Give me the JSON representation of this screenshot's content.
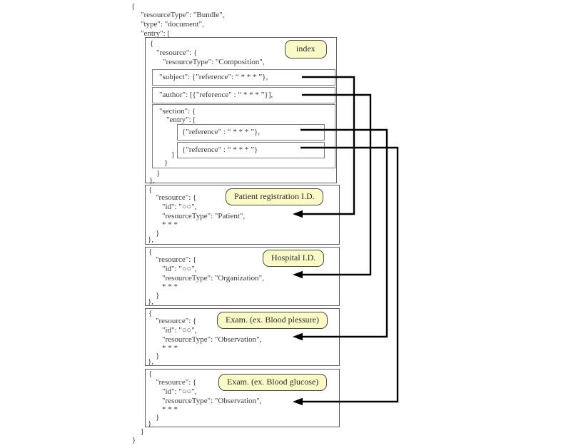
{
  "colors": {
    "label_bg": "#fafac8",
    "label_border": "#4a4a3a",
    "arrow": "#000000",
    "box_border": "#606060",
    "text": "#3a3a3a"
  },
  "bundle": {
    "open_brace": "{",
    "resource_type_line": "\"resourceType\": \"Bundle\",",
    "type_line": "\"type\": \"document\",",
    "entry_open_line": "\"entry\": [",
    "entry_close_line": "]",
    "close_brace": "}"
  },
  "composition": {
    "label": "index",
    "open_brace": "{",
    "resource_open_line": "\"resource\": {",
    "resource_type_line": "\"resourceType\": \"Composition\",",
    "subject_line": "\"subject\": {\"reference\": “ * * * ”},",
    "author_line": "\"author\": [{\"reference\" : “ * * * ”}],",
    "section_open_line": "\"section\": {",
    "entry_open_line": "\"entry\": [",
    "reference1_line": "{\"reference\" : “ * * * ”},",
    "reference2_line": "{\"reference\" : “ * * * ”}",
    "entry_close_line": "]",
    "section_close_line": "}",
    "resource_close_line": "}",
    "entry_close_brace": "},"
  },
  "resources": [
    {
      "label": "Patient registration I.D.",
      "open_brace": "{",
      "resource_open_line": "\"resource\": {",
      "id_line": "\"id\": \"○○\",",
      "resource_type_line": "\"resourceType\": \"Patient\",",
      "ellipsis_line": "* * *",
      "inner_close": "}",
      "outer_close": "},"
    },
    {
      "label": "Hospital I.D.",
      "open_brace": "{",
      "resource_open_line": "\"resource\": {",
      "id_line": "\"id\": \"○○\",",
      "resource_type_line": "\"resourceType\": \"Organization\",",
      "ellipsis_line": "* * *",
      "inner_close": "}",
      "outer_close": "},"
    },
    {
      "label": "Exam. (ex. Blood plessure)",
      "open_brace": "{",
      "resource_open_line": "\"resource\": {",
      "id_line": "\"id\": \"○○\",",
      "resource_type_line": "\"resourceType\": \"Observation\",",
      "ellipsis_line": "* * *",
      "inner_close": "}",
      "outer_close": "},"
    },
    {
      "label": "Exam. (ex. Blood glucose)",
      "open_brace": "{",
      "resource_open_line": "\"resource\": {",
      "id_line": "\"id\": \"○○\",",
      "resource_type_line": "\"resourceType\": \"Observation\",",
      "ellipsis_line": "* * *",
      "inner_close": "}",
      "outer_close": "}"
    }
  ]
}
